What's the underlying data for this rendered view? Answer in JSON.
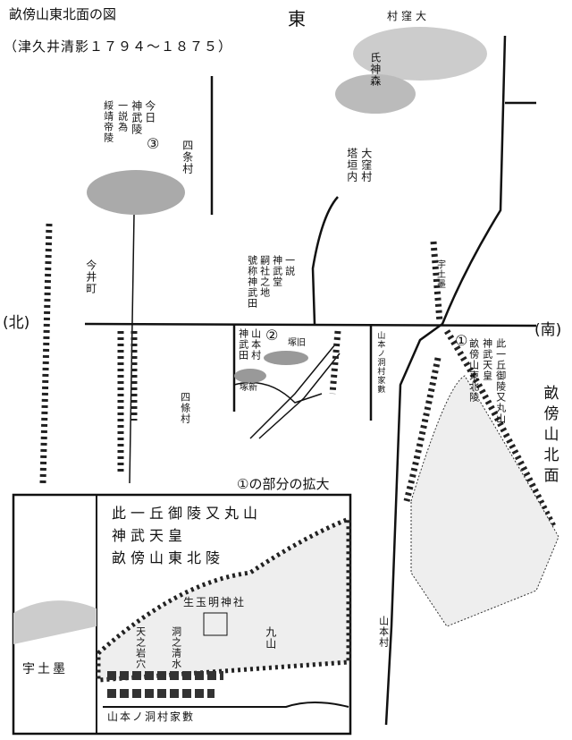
{
  "title": "畝傍山東北面の図",
  "subtitle": "（津久井清影１７９４～１８７５）",
  "directions": {
    "east": "東",
    "north": "(北)",
    "south": "(南)"
  },
  "labels": {
    "okubo_mura_top": "村窪大",
    "ujigami_mori": "氏神森",
    "okubo_mura": "大窪村",
    "tougaito": "塔垣内",
    "imai_cho": "今井町",
    "shijo_mura": "四条村",
    "shijo_mura_lower": "四條村",
    "site3_cols": [
      "今日",
      "神武陵",
      "一説為",
      "綏靖帝陵"
    ],
    "site3_marker": "③",
    "jinmudo_cols": [
      "一説",
      "神武堂",
      "嗣社之地",
      "號称神武田"
    ],
    "site2_cols": [
      "山本村",
      "神武田"
    ],
    "site2_marker": "②",
    "old_mound": "塚旧",
    "new_mound": "塚新",
    "site1_cols": [
      "此一丘御陵又丸山",
      "神武天皇",
      "畝傍山東北陵"
    ],
    "site1_marker": "①",
    "unebi_north": "畝傍山北面",
    "yamamoto_hora": "山本ノ洞村家數",
    "yamamoto_mura": "山本村",
    "udo": "宇土墨"
  },
  "inset": {
    "caption": "①の部分の拡大",
    "text_cols": [
      "此一丘御陵又丸山",
      "神武天皇",
      "畝傍山東北陵"
    ],
    "shrine": "生玉明神社",
    "spring": "洞之清水",
    "cave": "天之岩穴",
    "kuyama": "九山",
    "village": "山本ノ洞村家數",
    "udo": "宇土墨"
  }
}
